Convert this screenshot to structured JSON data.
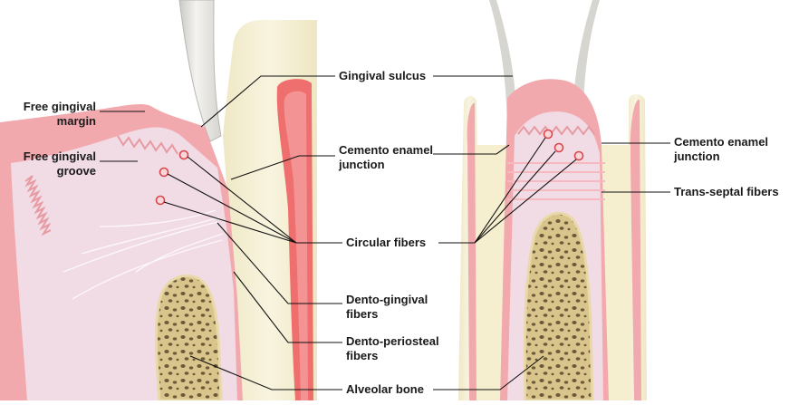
{
  "labels": {
    "free_gingival_margin": "Free gingival\nmargin",
    "free_gingival_groove": "Free gingival\ngroove",
    "gingival_sulcus": "Gingival sulcus",
    "cemento_enamel_junction_center": "Cemento enamel\njunction",
    "circular_fibers": "Circular fibers",
    "dento_gingival_fibers": "Dento-gingival\nfibers",
    "dento_periosteal_fibers": "Dento-periosteal\nfibers",
    "alveolar_bone": "Alveolar bone",
    "cemento_enamel_junction_right": "Cemento enamel\njunction",
    "trans_septal_fibers": "Trans-septal fibers"
  },
  "colors": {
    "gingiva_outer": "#f2a9ad",
    "gingiva_inner": "#f6cfd3",
    "connective_tissue": "#f1dbe4",
    "enamel": "#ecebe6",
    "tooth_root": "#f3eed3",
    "pulp": "#ef6f6f",
    "bone": "#d9c48c",
    "bone_pores": "#6b5a3a",
    "leader_line": "#111111",
    "fiber_marker": "#d9464c"
  }
}
